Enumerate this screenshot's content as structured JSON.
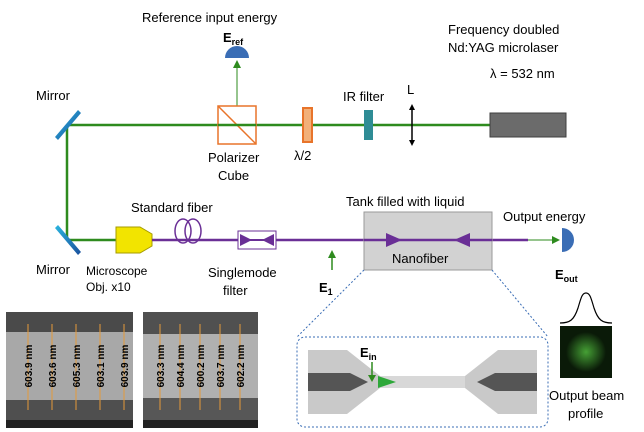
{
  "labels": {
    "reference_energy": "Reference input energy",
    "e_ref_main": "E",
    "e_ref_sub": "ref",
    "laser_line1": "Frequency doubled",
    "laser_line2": "Nd:YAG microlaser",
    "wavelength": "λ = 532 nm",
    "ir_filter": "IR filter",
    "lens": "L",
    "half_wave": "λ/2",
    "polarizer_line1": "Polarizer",
    "polarizer_line2": "Cube",
    "mirror_top": "Mirror",
    "mirror_bottom": "Mirror",
    "standard_fiber": "Standard fiber",
    "microscope_line1": "Microscope",
    "microscope_line2": "Obj. x10",
    "singlemode_line1": "Singlemode",
    "singlemode_line2": "filter",
    "tank": "Tank filled with liquid",
    "nanofiber": "Nanofiber",
    "e1_main": "E",
    "e1_sub": "1",
    "output_energy": "Output energy",
    "e_out_main": "E",
    "e_out_sub": "out",
    "e_in_main": "E",
    "e_in_sub": "in",
    "beam_profile_line1": "Output beam",
    "beam_profile_line2": "profile"
  },
  "sem_left": [
    "603.9 nm",
    "603.6 nm",
    "605.3 nm",
    "603.1 nm",
    "603.9 nm"
  ],
  "sem_right": [
    "603.3 nm",
    "604.4 nm",
    "600.2 nm",
    "603.7 nm",
    "602.2 nm"
  ],
  "colors": {
    "beam_green": "#2e8b1e",
    "beam_purple": "#6a2f96",
    "detector_blue": "#3a6db5",
    "polarizer_orange": "#e8742a",
    "ir_filter_teal": "#2f8c95",
    "laser_gray": "#6b6b6b",
    "objective_yellow": "#f2e400",
    "tank_gray": "#d2d2d2"
  }
}
